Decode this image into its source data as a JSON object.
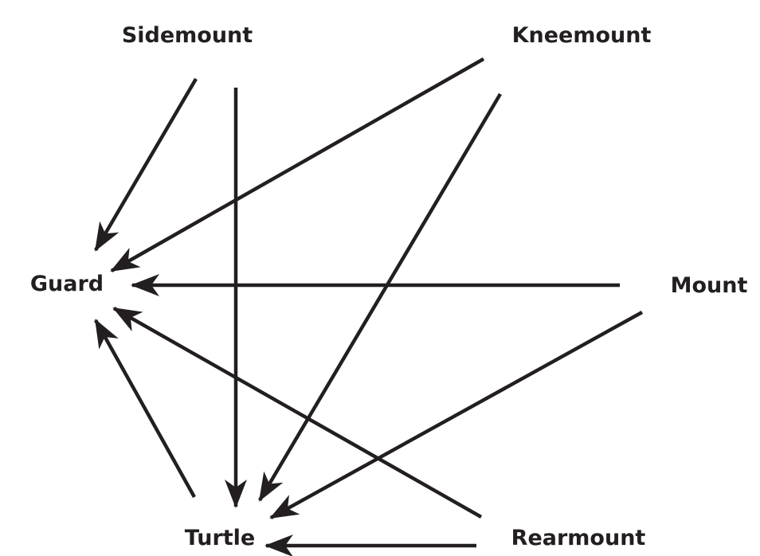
{
  "nodes": [
    {
      "id": "sidemount",
      "label": "Sidemount"
    },
    {
      "id": "kneemount",
      "label": "Kneemount"
    },
    {
      "id": "guard",
      "label": "Guard"
    },
    {
      "id": "mount",
      "label": "Mount"
    },
    {
      "id": "turtle",
      "label": "Turtle"
    },
    {
      "id": "rearmount",
      "label": "Rearmount"
    }
  ],
  "edges": [
    {
      "from": "sidemount",
      "to": "guard"
    },
    {
      "from": "sidemount",
      "to": "turtle"
    },
    {
      "from": "kneemount",
      "to": "guard"
    },
    {
      "from": "kneemount",
      "to": "turtle"
    },
    {
      "from": "mount",
      "to": "guard"
    },
    {
      "from": "mount",
      "to": "turtle"
    },
    {
      "from": "rearmount",
      "to": "guard"
    },
    {
      "from": "rearmount",
      "to": "turtle"
    },
    {
      "from": "turtle",
      "to": "guard"
    }
  ],
  "colors": {
    "line": "#231f20",
    "text": "#231f20",
    "background": "#ffffff"
  }
}
